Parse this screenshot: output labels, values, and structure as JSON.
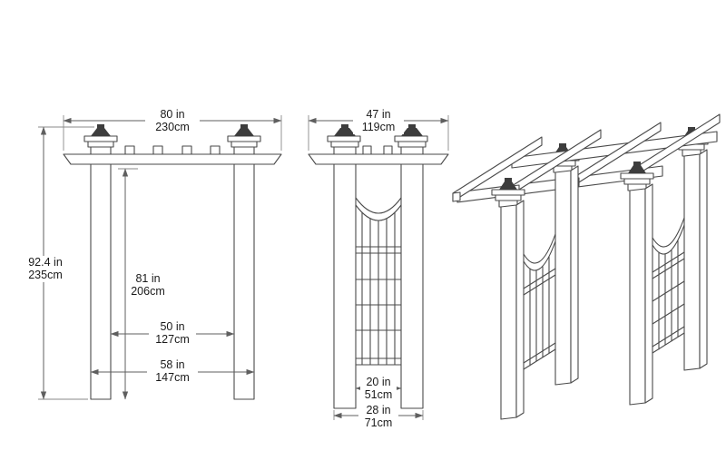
{
  "colors": {
    "background": "#ffffff",
    "line": "#4a4a4a",
    "dimension": "#5f5f5f",
    "finial": "#3d3d3d",
    "text": "#1a1a1a"
  },
  "dimensions": {
    "front_width": {
      "in": "80 in",
      "cm": "230cm"
    },
    "overall_height": {
      "in": "92.4 in",
      "cm": "235cm"
    },
    "inner_height": {
      "in": "81 in",
      "cm": "206cm"
    },
    "inner_width": {
      "in": "50 in",
      "cm": "127cm"
    },
    "post_outer_width": {
      "in": "58 in",
      "cm": "147cm"
    },
    "side_depth": {
      "in": "47 in",
      "cm": "119cm"
    },
    "side_inner_depth": {
      "in": "20 in",
      "cm": "51cm"
    },
    "side_outer_depth": {
      "in": "28 in",
      "cm": "71cm"
    }
  }
}
